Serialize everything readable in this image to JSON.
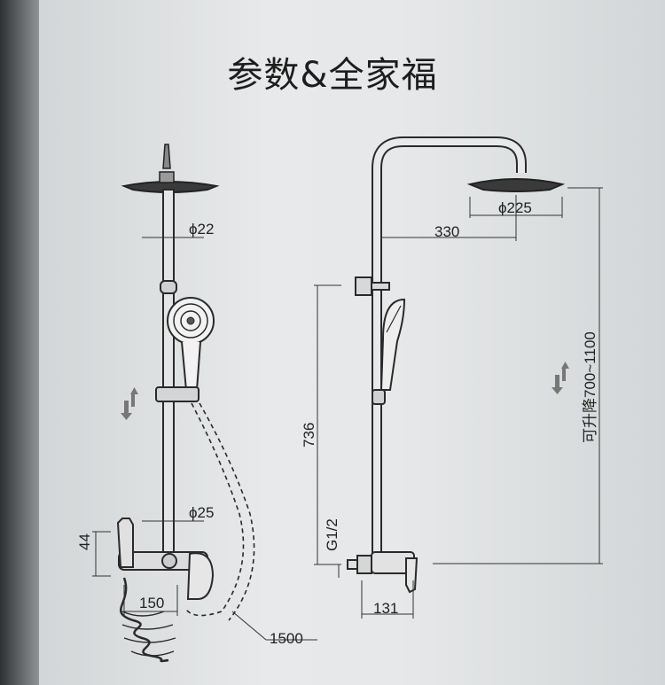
{
  "title": "参数&全家福",
  "left_view": {
    "pipe_top_diameter": "ϕ22",
    "pipe_bottom_diameter": "ϕ25",
    "handle_height": "44",
    "outlet_spacing": "150",
    "hose_length": "1500"
  },
  "right_view": {
    "arm_reach": "330",
    "showerhead_diameter": "ϕ225",
    "holder_height": "736",
    "inlet_thread": "G1/2",
    "mixer_width": "131",
    "adjustable_range": "可升降700~1100"
  }
}
